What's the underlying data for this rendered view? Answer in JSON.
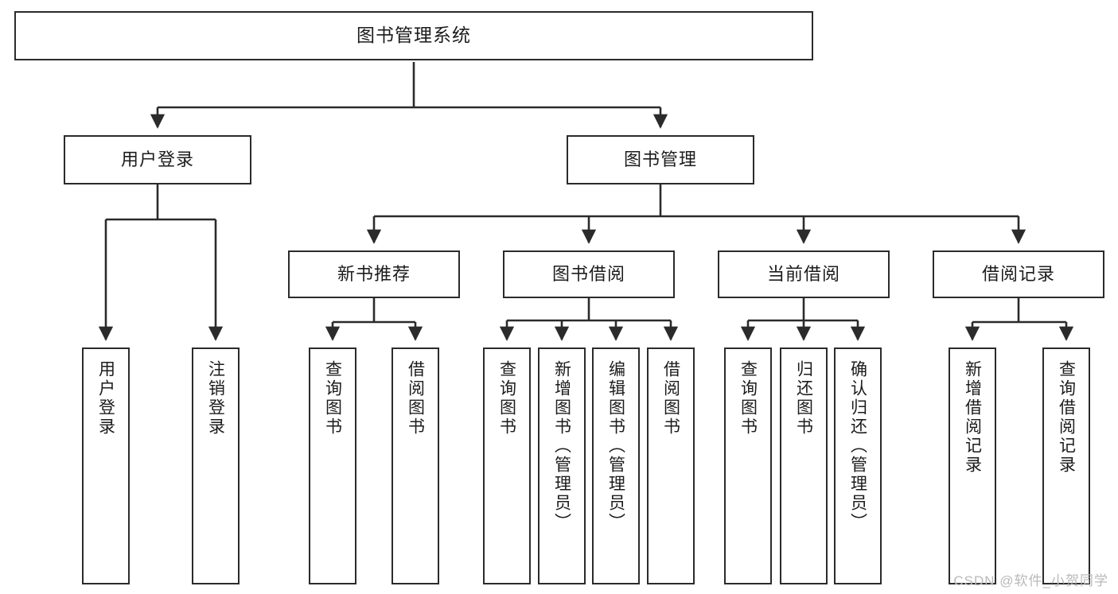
{
  "diagram": {
    "type": "tree-hierarchy-chart",
    "title": "图书管理系统",
    "watermark": "CSDN @软件_小贺同学",
    "colors": {
      "box_border": "#2b2b2b",
      "box_fill": "#ffffff",
      "connector": "#2b2b2b",
      "text": "#1c1c1c",
      "watermark": "#b9b9b9",
      "background": "#ffffff"
    },
    "root": {
      "label": "图书管理系统"
    },
    "level2": [
      {
        "label": "用户登录"
      },
      {
        "label": "图书管理"
      }
    ],
    "level3": [
      {
        "label": "新书推荐"
      },
      {
        "label": "图书借阅"
      },
      {
        "label": "当前借阅"
      },
      {
        "label": "借阅记录"
      }
    ],
    "leaves": {
      "user_login": [
        {
          "label": "用户登录"
        },
        {
          "label": "注销登录"
        }
      ],
      "new_book_recommend": [
        {
          "label": "查询图书"
        },
        {
          "label": "借阅图书"
        }
      ],
      "book_borrow": [
        {
          "label": "查询图书"
        },
        {
          "label": "新增图书（管理员）"
        },
        {
          "label": "编辑图书（管理员）"
        },
        {
          "label": "借阅图书"
        }
      ],
      "current_borrow": [
        {
          "label": "查询图书"
        },
        {
          "label": "归还图书"
        },
        {
          "label": "确认归还（管理员）"
        }
      ],
      "borrow_record": [
        {
          "label": "新增借阅记录"
        },
        {
          "label": "查询借阅记录"
        }
      ]
    }
  }
}
